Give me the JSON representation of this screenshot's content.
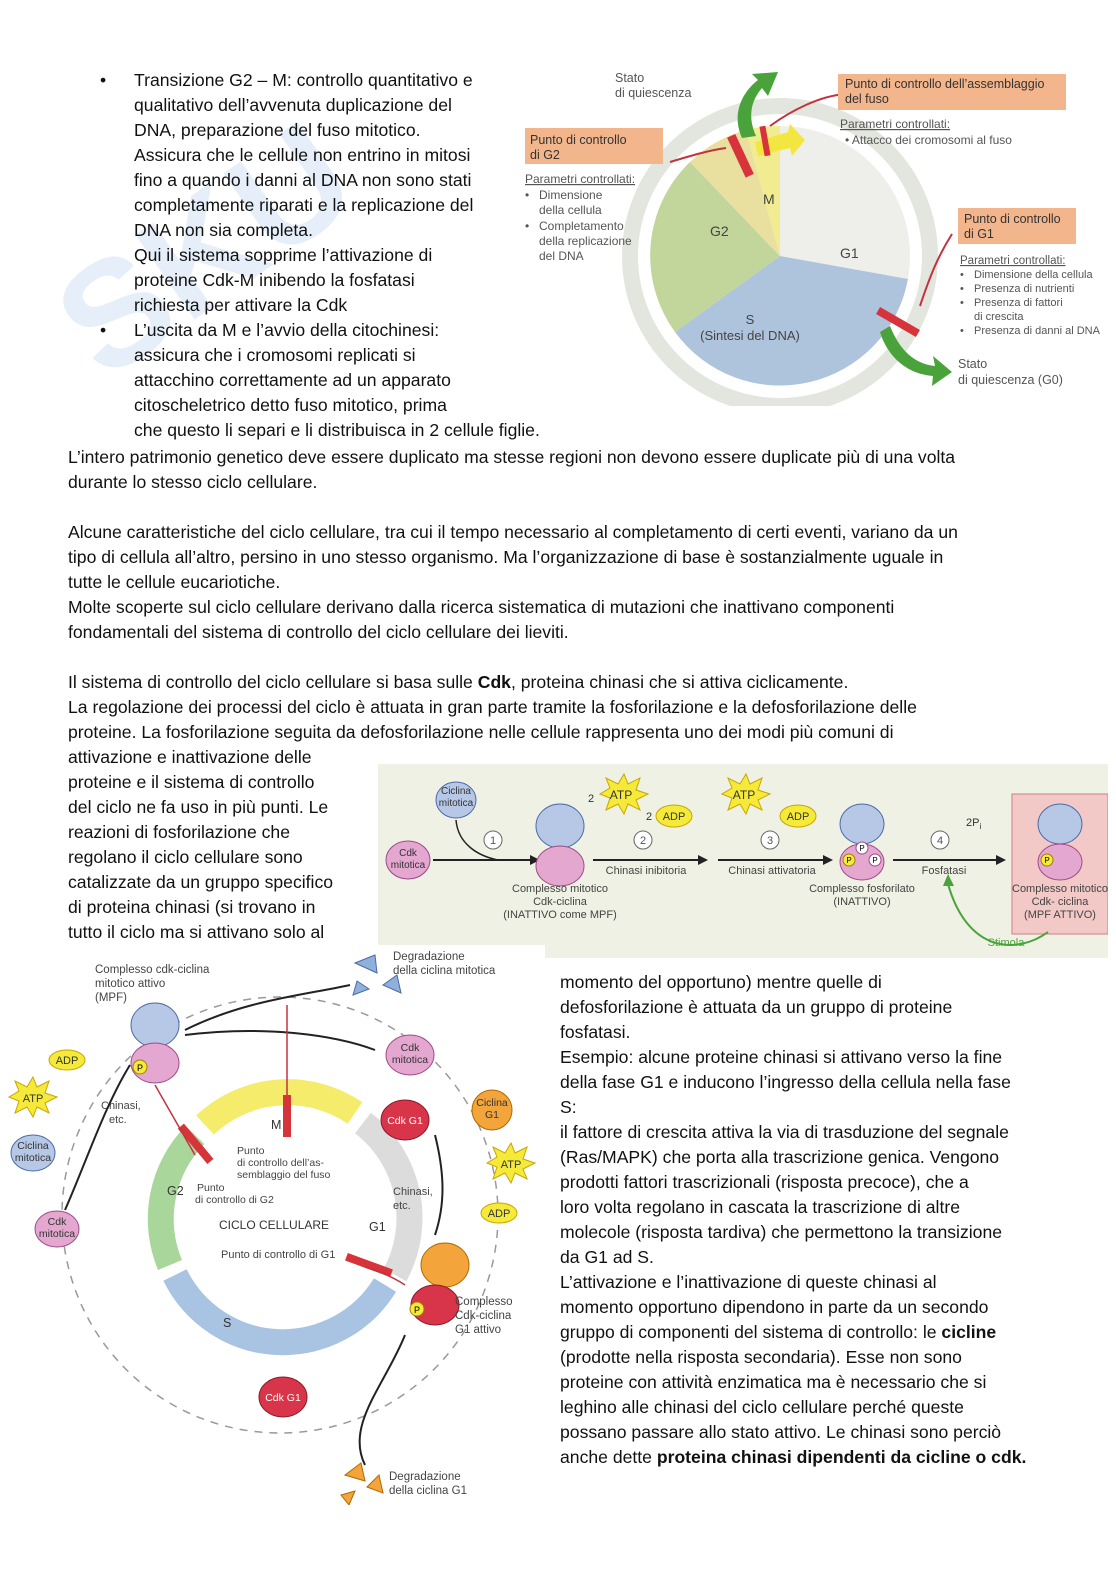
{
  "bullets": [
    {
      "lines": [
        "Transizione G2 – M: controllo quantitativo e",
        "qualitativo dell’avvenuta duplicazione del",
        "DNA, preparazione del fuso mitotico.",
        "Assicura che le cellule non entrino in mitosi",
        "fino a quando i danni al DNA non sono stati",
        "completamente riparati e la replicazione del",
        "DNA non sia completa.",
        "Qui il sistema sopprime l’attivazione di",
        "proteine Cdk-M inibendo la fosfatasi",
        "richiesta per attivare la Cdk"
      ]
    },
    {
      "lines": [
        "L’uscita da M e l’avvio della citochinesi:",
        "assicura che i cromosomi replicati si",
        "attacchino correttamente ad un apparato",
        "citoscheletrico detto fuso mitotico, prima",
        "che questo li separi e li distribuisca in 2 cellule figlie."
      ]
    }
  ],
  "paragraphs": {
    "p1": [
      "L’intero patrimonio genetico deve essere duplicato ma stesse regioni non devono essere duplicate più di una volta",
      "durante lo stesso ciclo cellulare."
    ],
    "p2": [
      "Alcune caratteristiche del ciclo cellulare, tra cui il tempo necessario al completamento di certi eventi, variano da un",
      "tipo di cellula all’altro, persino in uno stesso organismo. Ma l’organizzazione di base è sostanzialmente uguale in",
      "tutte le cellule eucariotiche."
    ],
    "p3": [
      "Molte scoperte sul ciclo cellulare derivano dalla ricerca sistematica di mutazioni che inattivano componenti",
      "fondamentali del sistema di controllo del ciclo cellulare dei lieviti."
    ],
    "p4_pre": "Il sistema di controllo del ciclo cellulare si basa sulle ",
    "p4_bold": "Cdk",
    "p4_post": ", proteina chinasi che si attiva ciclicamente.",
    "p5": [
      "La regolazione dei processi del ciclo è attuata in gran parte tramite la fosforilazione e la defosforilazione delle",
      "proteine. La fosforilazione seguita da defosforilazione nelle cellule rappresenta uno dei modi più comuni di"
    ],
    "left_col": [
      "attivazione e inattivazione delle",
      "proteine e il sistema di controllo",
      "del ciclo ne fa uso in più punti. Le",
      "reazioni di fosforilazione che",
      "regolano il ciclo cellulare sono",
      "catalizzate da un gruppo specifico",
      "di proteina chinasi (si trovano in",
      "tutto il ciclo ma si attivano solo al"
    ],
    "right_col": [
      "momento del opportuno) mentre quelle di",
      "defosforilazione è attuata da un gruppo di proteine",
      "fosfatasi.",
      "Esempio: alcune proteine chinasi si attivano verso la fine",
      "della fase G1 e inducono l’ingresso della cellula nella fase",
      "S:",
      "il fattore di crescita attiva la via di trasduzione del segnale",
      "(Ras/MAPK) che porta alla trascrizione genica. Vengono",
      "prodotti fattori trascrizionali (risposta precoce), che a",
      "loro volta regolano in cascata la trascrizione di altre",
      "molecole (risposta tardiva) che permettono la transizione",
      "da G1 ad S.",
      "L’attivazione e l’inattivazione di queste chinasi al",
      "momento opportuno dipendono in parte da un secondo"
    ],
    "rc_line15_pre": "gruppo di componenti del sistema di controllo: le ",
    "rc_line15_bold": "cicline",
    "rc_tail": [
      "(prodotte nella risposta secondaria). Esse non sono",
      "proteine con attività enzimatica ma è necessario che si",
      "leghino alle chinasi del ciclo cellulare perché queste",
      "possano passare allo stato attivo. Le chinasi sono perciò"
    ],
    "rc_last_pre": "anche dette ",
    "rc_last_bold": "proteina chinasi dipendenti da cicline o cdk."
  },
  "fig1": {
    "stato_quiescenza": [
      "Stato",
      "di quiescenza"
    ],
    "checkpoint_fuso": [
      "Punto di controllo dell’assemblaggio",
      "del fuso"
    ],
    "fuso_params_title": "Parametri controllati:",
    "fuso_params": [
      "Attacco dei cromosomi al fuso"
    ],
    "checkpoint_g2": [
      "Punto di controllo",
      "di G2"
    ],
    "g2_params_title": "Parametri controllati:",
    "g2_params": [
      "Dimensione",
      "della cellula",
      "Completamento",
      "della replicazione",
      "del DNA"
    ],
    "checkpoint_g1": [
      "Punto di controllo",
      "di G1"
    ],
    "g1_params_title": "Parametri controllati:",
    "g1_params": [
      "Dimensione della cellula",
      "Presenza di nutrienti",
      "Presenza di fattori",
      "di crescita",
      "Presenza di danni al DNA"
    ],
    "phase_m": "M",
    "phase_g2": "G2",
    "phase_g1": "G1",
    "phase_s": [
      "S",
      "(Sintesi del DNA)"
    ],
    "stato_g0": [
      "Stato",
      "di quiescenza (G0)"
    ]
  },
  "fig2": {
    "ciclina_mitotica": [
      "Ciclina",
      "mitotica"
    ],
    "cdk_mitotica": [
      "Cdk",
      "mitotica"
    ],
    "atp": "ATP",
    "adp": "ADP",
    "two_atp": "2",
    "two_adp": "2",
    "p_label": "P",
    "two_pi": "2P",
    "pi_sub": "i",
    "steps": [
      "1",
      "2",
      "3",
      "4"
    ],
    "complesso_inattivo": [
      "Complesso mitotico",
      "Cdk-ciclina",
      "(INATTIVO come MPF)"
    ],
    "chinasi_inibitoria": "Chinasi inibitoria",
    "chinasi_attivatoria": "Chinasi attivatoria",
    "complesso_fosforilato": [
      "Complesso fosforilato",
      "(INATTIVO)"
    ],
    "fosfatasi": "Fosfatasi",
    "complesso_attivo": [
      "Complesso mitotico",
      "Cdk- ciclina",
      "(MPF ATTIVO)"
    ],
    "stimola": "Stimola"
  },
  "fig3": {
    "mpf": [
      "Complesso cdk-ciclina",
      "mitotico attivo",
      "(MPF)"
    ],
    "degr_mitotica": [
      "Degradazione",
      "della ciclina mitotica"
    ],
    "cdk_mitotica": [
      "Cdk",
      "mitotica"
    ],
    "adp": "ADP",
    "atp": "ATP",
    "chinasi_etc": [
      "Chinasi,",
      "etc."
    ],
    "ciclina_mitotica": [
      "Ciclina",
      "mitotica"
    ],
    "cdk_g1": "Cdk G1",
    "ciclina_g1": [
      "Ciclina",
      "G1"
    ],
    "m": "M",
    "punto_fuso": [
      "Punto",
      "di controllo dell’as-",
      "semblaggio del fuso"
    ],
    "g2": "G2",
    "punto_g2": [
      "Punto",
      "di controllo di G2"
    ],
    "ciclo": "CICLO CELLULARE",
    "g1": "G1",
    "punto_g1": "Punto di controllo di G1",
    "s": "S",
    "complesso_g1": [
      "Complesso",
      "Cdk-ciclina",
      "G1 attivo"
    ],
    "p": "P",
    "degr_g1": [
      "Degradazione",
      "della ciclina G1"
    ]
  }
}
